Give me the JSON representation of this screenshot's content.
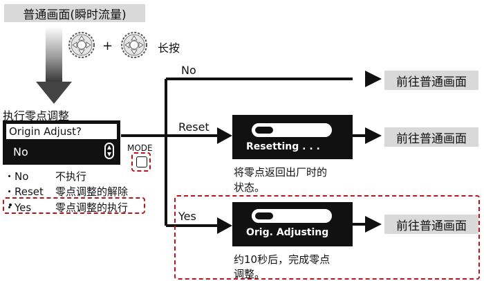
{
  "top": {
    "mode_title": "普通画面(瞬时流量)",
    "long_press": "长按",
    "plus": "+"
  },
  "setup": {
    "heading": "执行零点调整",
    "question": "Origin Adjust?",
    "value": "No",
    "mode_label": "MODE"
  },
  "options": [
    {
      "key": "No",
      "desc": "不执行"
    },
    {
      "key": "Reset",
      "desc": "零点调整的解除"
    },
    {
      "key": "Yes",
      "desc": "零点调整的执行"
    }
  ],
  "branches": {
    "no_label": "No",
    "reset_label": "Reset",
    "yes_label": "Yes"
  },
  "reset_panel": {
    "text": "Resetting . . .",
    "caption_line1": "将零点返回出厂时的",
    "caption_line2": "状态。"
  },
  "yes_panel": {
    "text": "Orig. Adjusting",
    "caption_line1": "约10秒后，完成零点",
    "caption_line2": "调整。"
  },
  "destinations": {
    "no": "前往普通画面",
    "reset": "前往普通画面",
    "yes": "前往普通画面"
  },
  "colors": {
    "accent_red": "#c0101a",
    "box_gray": "#d9d9d9",
    "panel_black": "#111111"
  }
}
